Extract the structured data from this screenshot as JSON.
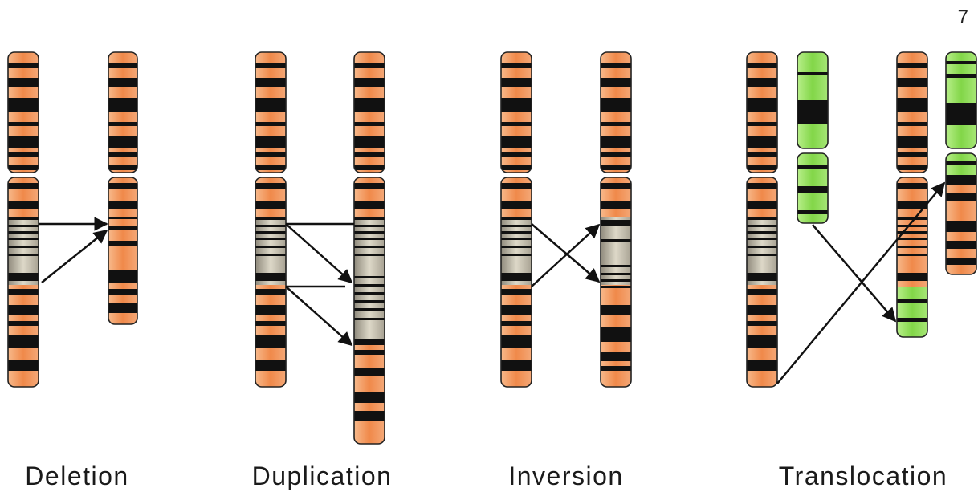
{
  "page_number": "7",
  "labels": {
    "deletion": "Deletion",
    "duplication": "Duplication",
    "inversion": "Inversion",
    "translocation": "Translocation"
  },
  "colors": {
    "chromosome_orange": "#f29a64",
    "chromosome_green": "#8fdc5a",
    "band_black": "#111111",
    "gray_region": "#b9b3a2",
    "arrow": "#111111"
  }
}
